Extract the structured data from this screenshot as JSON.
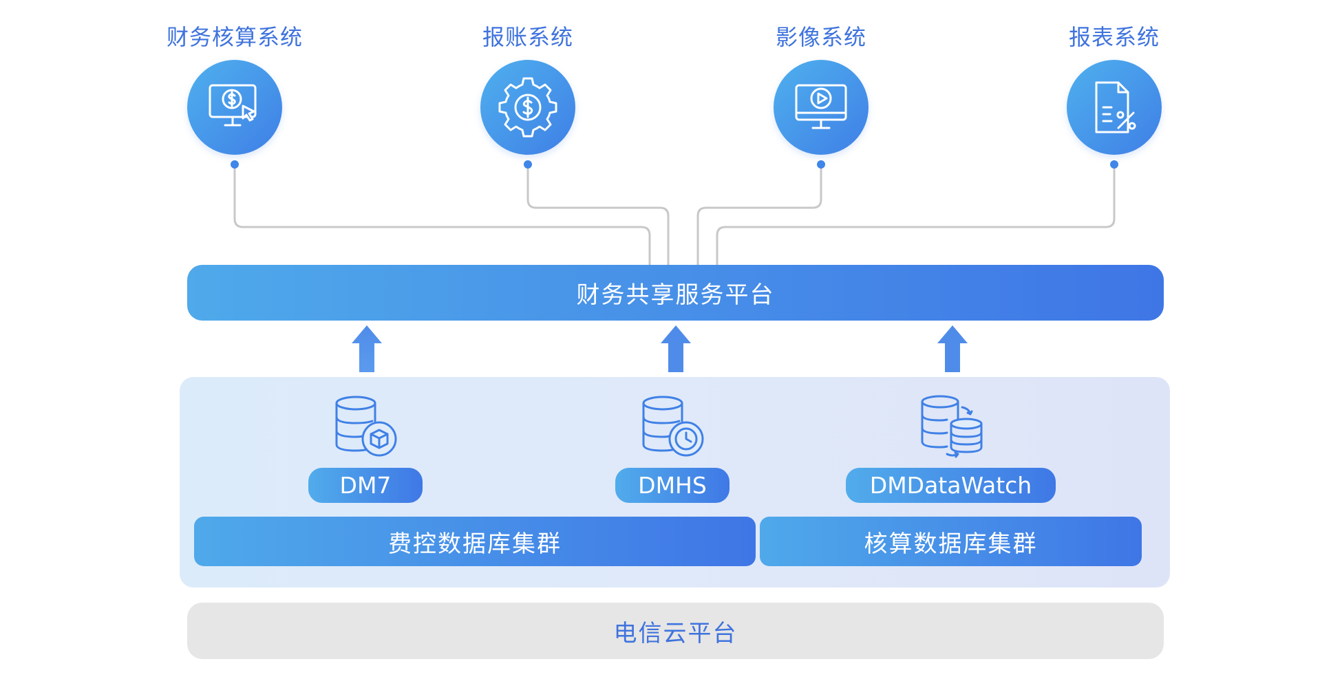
{
  "systems": [
    {
      "label": "财务核算系统",
      "icon": "monitor-dollar-cursor-icon"
    },
    {
      "label": "报账系统",
      "icon": "gear-dollar-icon"
    },
    {
      "label": "影像系统",
      "icon": "monitor-play-icon"
    },
    {
      "label": "报表系统",
      "icon": "document-percent-icon"
    }
  ],
  "platform": {
    "label": "财务共享服务平台"
  },
  "products": [
    {
      "label": "DM7",
      "icon": "database-box-icon"
    },
    {
      "label": "DMHS",
      "icon": "database-clock-icon"
    },
    {
      "label": "DMDataWatch",
      "icon": "database-sync-icon"
    }
  ],
  "clusters": [
    {
      "label": "费控数据库集群"
    },
    {
      "label": "核算数据库集群"
    }
  ],
  "cloud": {
    "label": "电信云平台"
  },
  "colors": {
    "primary_blue": "#3f76e6",
    "light_blue": "#4fa9ea",
    "panel_bg": "#dde9fa",
    "cloud_bg": "#e6e6e6",
    "connector_gray": "#c8c8c8"
  }
}
